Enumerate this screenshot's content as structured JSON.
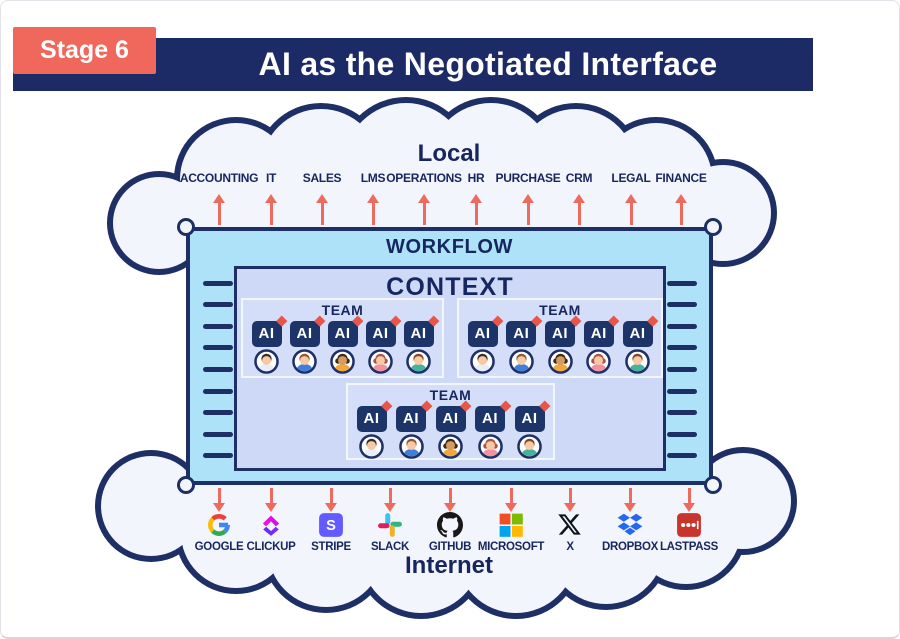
{
  "page": {
    "stage_badge": "Stage 6",
    "title": "AI as the Negotiated Interface"
  },
  "local": {
    "title": "Local",
    "services": [
      "ACCOUNTING",
      "IT",
      "SALES",
      "LMS",
      "OPERATIONS",
      "HR",
      "PURCHASE",
      "CRM",
      "LEGAL",
      "FINANCE"
    ]
  },
  "workflow": {
    "label": "WORKFLOW"
  },
  "context": {
    "label": "CONTEXT"
  },
  "teams": [
    {
      "label": "TEAM",
      "agents": [
        {
          "label": "AI",
          "avatar": "man-dark-hair"
        },
        {
          "label": "AI",
          "avatar": "man-brown-hair"
        },
        {
          "label": "AI",
          "avatar": "woman-headset"
        },
        {
          "label": "AI",
          "avatar": "woman-pink"
        },
        {
          "label": "AI",
          "avatar": "man-teal-shirt"
        }
      ]
    },
    {
      "label": "TEAM",
      "agents": [
        {
          "label": "AI",
          "avatar": "man-dark-hair"
        },
        {
          "label": "AI",
          "avatar": "man-brown-hair"
        },
        {
          "label": "AI",
          "avatar": "woman-headset"
        },
        {
          "label": "AI",
          "avatar": "woman-pink"
        },
        {
          "label": "AI",
          "avatar": "man-teal-shirt"
        }
      ]
    },
    {
      "label": "TEAM",
      "agents": [
        {
          "label": "AI",
          "avatar": "man-dark-hair"
        },
        {
          "label": "AI",
          "avatar": "man-brown-hair"
        },
        {
          "label": "AI",
          "avatar": "woman-headset"
        },
        {
          "label": "AI",
          "avatar": "woman-pink"
        },
        {
          "label": "AI",
          "avatar": "man-teal-shirt"
        }
      ]
    }
  ],
  "internet": {
    "title": "Internet",
    "services": [
      {
        "label": "GOOGLE",
        "icon": "google-icon"
      },
      {
        "label": "CLICKUP",
        "icon": "clickup-icon"
      },
      {
        "label": "STRIPE",
        "icon": "stripe-icon"
      },
      {
        "label": "SLACK",
        "icon": "slack-icon"
      },
      {
        "label": "GITHUB",
        "icon": "github-icon"
      },
      {
        "label": "MICROSOFT",
        "icon": "microsoft-icon"
      },
      {
        "label": "X",
        "icon": "x-icon"
      },
      {
        "label": "DROPBOX",
        "icon": "dropbox-icon"
      },
      {
        "label": "LASTPASS",
        "icon": "lastpass-icon"
      }
    ]
  },
  "colors": {
    "navy_outline": "#1e2f66",
    "text_navy": "#16265e",
    "banner_navy": "#1c2a66",
    "badge_red": "#f0685c",
    "arrow_red": "#ee6a5f",
    "diamond_red": "#e8564a",
    "workflow_fill": "#aee2f9",
    "context_fill": "#cdd9f7",
    "cloud_fill": "#f3f5fc"
  },
  "avatar_variants": {
    "man-dark-hair": {
      "hair": "#33302e",
      "skin": "#f9c9a3",
      "shirt": "#e8eef8",
      "female": false
    },
    "man-brown-hair": {
      "hair": "#8a5a33",
      "skin": "#f9c9a3",
      "shirt": "#3f7fd9",
      "female": false
    },
    "woman-headset": {
      "hair": "#3c2b1d",
      "skin": "#d79a62",
      "shirt": "#f0a83c",
      "female": true
    },
    "woman-pink": {
      "hair": "#a8574a",
      "skin": "#f9c9a3",
      "shirt": "#f092a0",
      "female": true
    },
    "man-teal-shirt": {
      "hair": "#7a4a2b",
      "skin": "#f9c9a3",
      "shirt": "#45b39b",
      "false": false
    }
  }
}
